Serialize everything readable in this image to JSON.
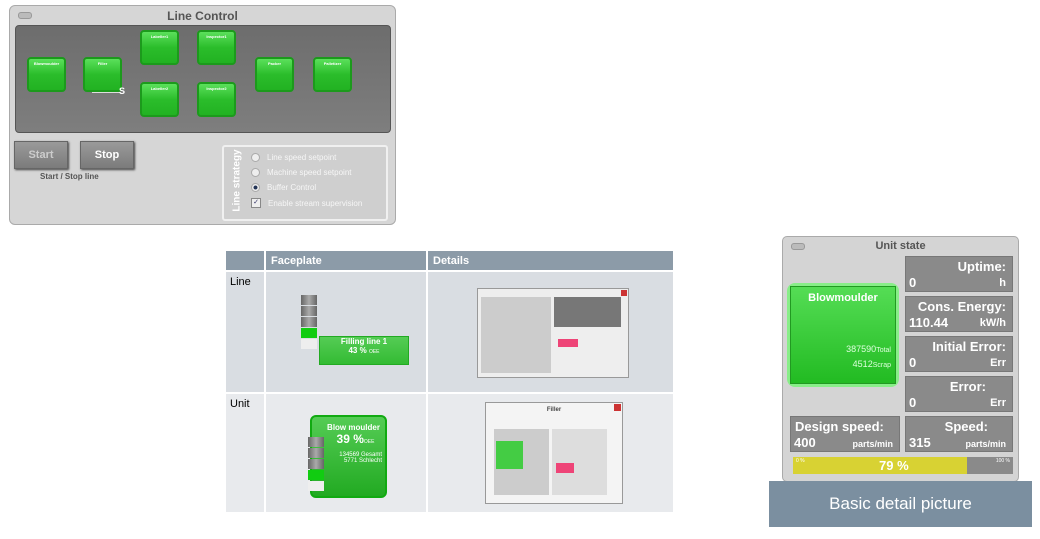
{
  "line_control": {
    "title": "Line Control",
    "nodes": [
      "Blowmoulder",
      "Filler",
      "Labeller1",
      "Inspector1",
      "Labeller2",
      "Inspector2",
      "Packer",
      "Palletizer"
    ],
    "filler_marker": "S",
    "start_label": "Start",
    "stop_label": "Stop",
    "start_stop_caption": "Start / Stop line",
    "strategy": {
      "title": "Line strategy",
      "options": [
        "Line speed setpoint",
        "Machine speed setpoint",
        "Buffer Control"
      ],
      "selected": "Buffer Control",
      "checkbox_label": "Enable stream supervision",
      "checkbox_checked": true
    }
  },
  "table": {
    "headers": [
      "",
      "Faceplate",
      "Details"
    ],
    "rows": [
      {
        "label": "Line",
        "faceplate_title": "Filling line 1",
        "faceplate_value": "43 %",
        "faceplate_unit": "OEE"
      },
      {
        "label": "Unit",
        "faceplate_title": "Blow moulder",
        "faceplate_value": "39 %",
        "faceplate_unit": "OEE",
        "total": "134569",
        "total_label": "Gesamt",
        "scrap": "5771",
        "scrap_label": "Schlecht",
        "details_title": "Filler"
      }
    ]
  },
  "unit_state": {
    "title": "Unit state",
    "unit_name": "Blowmoulder",
    "total": "387590",
    "total_label": "Total",
    "scrap": "4512",
    "scrap_label": "Scrap",
    "uptime": {
      "label": "Uptime:",
      "value": "0",
      "unit": "h"
    },
    "energy": {
      "label": "Cons. Energy:",
      "value": "110.44",
      "unit": "kW/h"
    },
    "initial_error": {
      "label": "Initial Error:",
      "value": "0",
      "unit": "Err"
    },
    "error": {
      "label": "Error:",
      "value": "0",
      "unit": "Err"
    },
    "design_speed": {
      "label": "Design speed:",
      "value": "400",
      "unit": "parts/min"
    },
    "speed": {
      "label": "Speed:",
      "value": "315",
      "unit": "parts/min"
    },
    "progress": {
      "value": 79,
      "text": "79 %",
      "min_label": "0 %",
      "max_label": "100 %",
      "color": "#d8d233"
    }
  },
  "caption": "Basic detail picture"
}
